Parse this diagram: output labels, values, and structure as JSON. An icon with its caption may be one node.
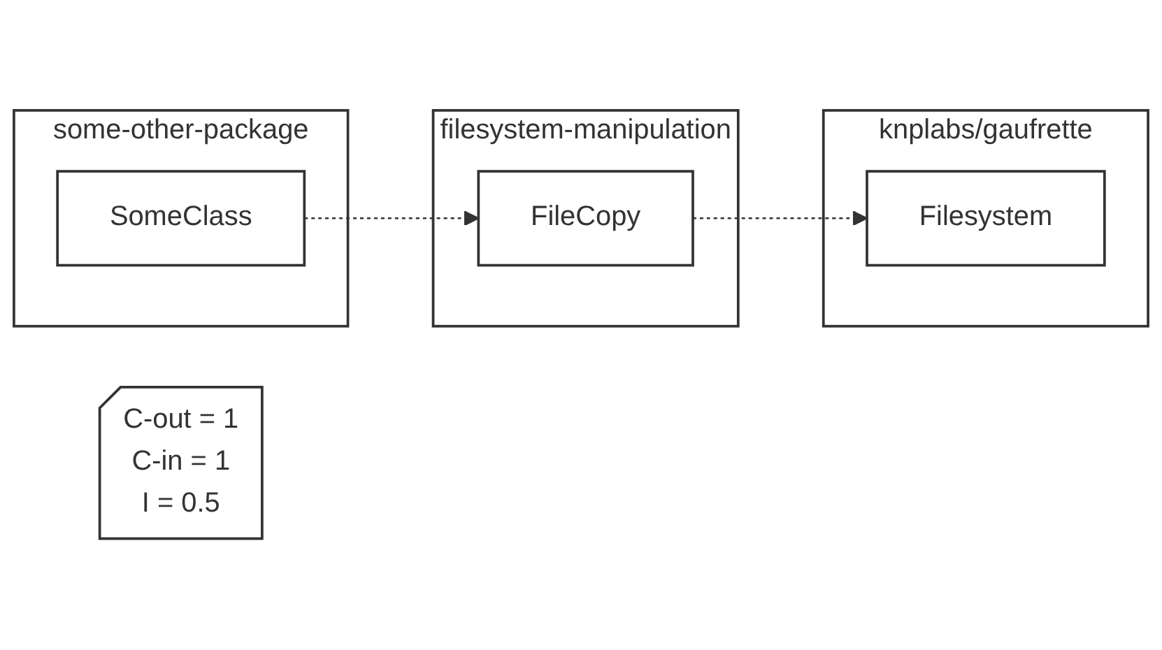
{
  "diagram": {
    "nodes": [
      {
        "text": [
          "some-other-package"
        ]
      },
      {
        "text": [
          "SomeClass"
        ],
        "in": 0
      },
      {
        "text": [
          "filesystem-manipulation"
        ]
      },
      {
        "text": [
          "FileCopy"
        ],
        "in": 2
      },
      {
        "text": [
          "knplabs/gaufrette"
        ]
      },
      {
        "text": [
          "Filesystem"
        ],
        "in": 4
      },
      {
        "text": [
          "C-out = 1",
          "C-in = 1",
          "I = 0.5"
        ]
      }
    ],
    "edges": [
      {
        "from": 1,
        "to": 3,
        "arrow": "to",
        "style": "dashed"
      },
      {
        "from": 3,
        "to": 5,
        "arrow": "to",
        "style": "dashed"
      }
    ]
  }
}
